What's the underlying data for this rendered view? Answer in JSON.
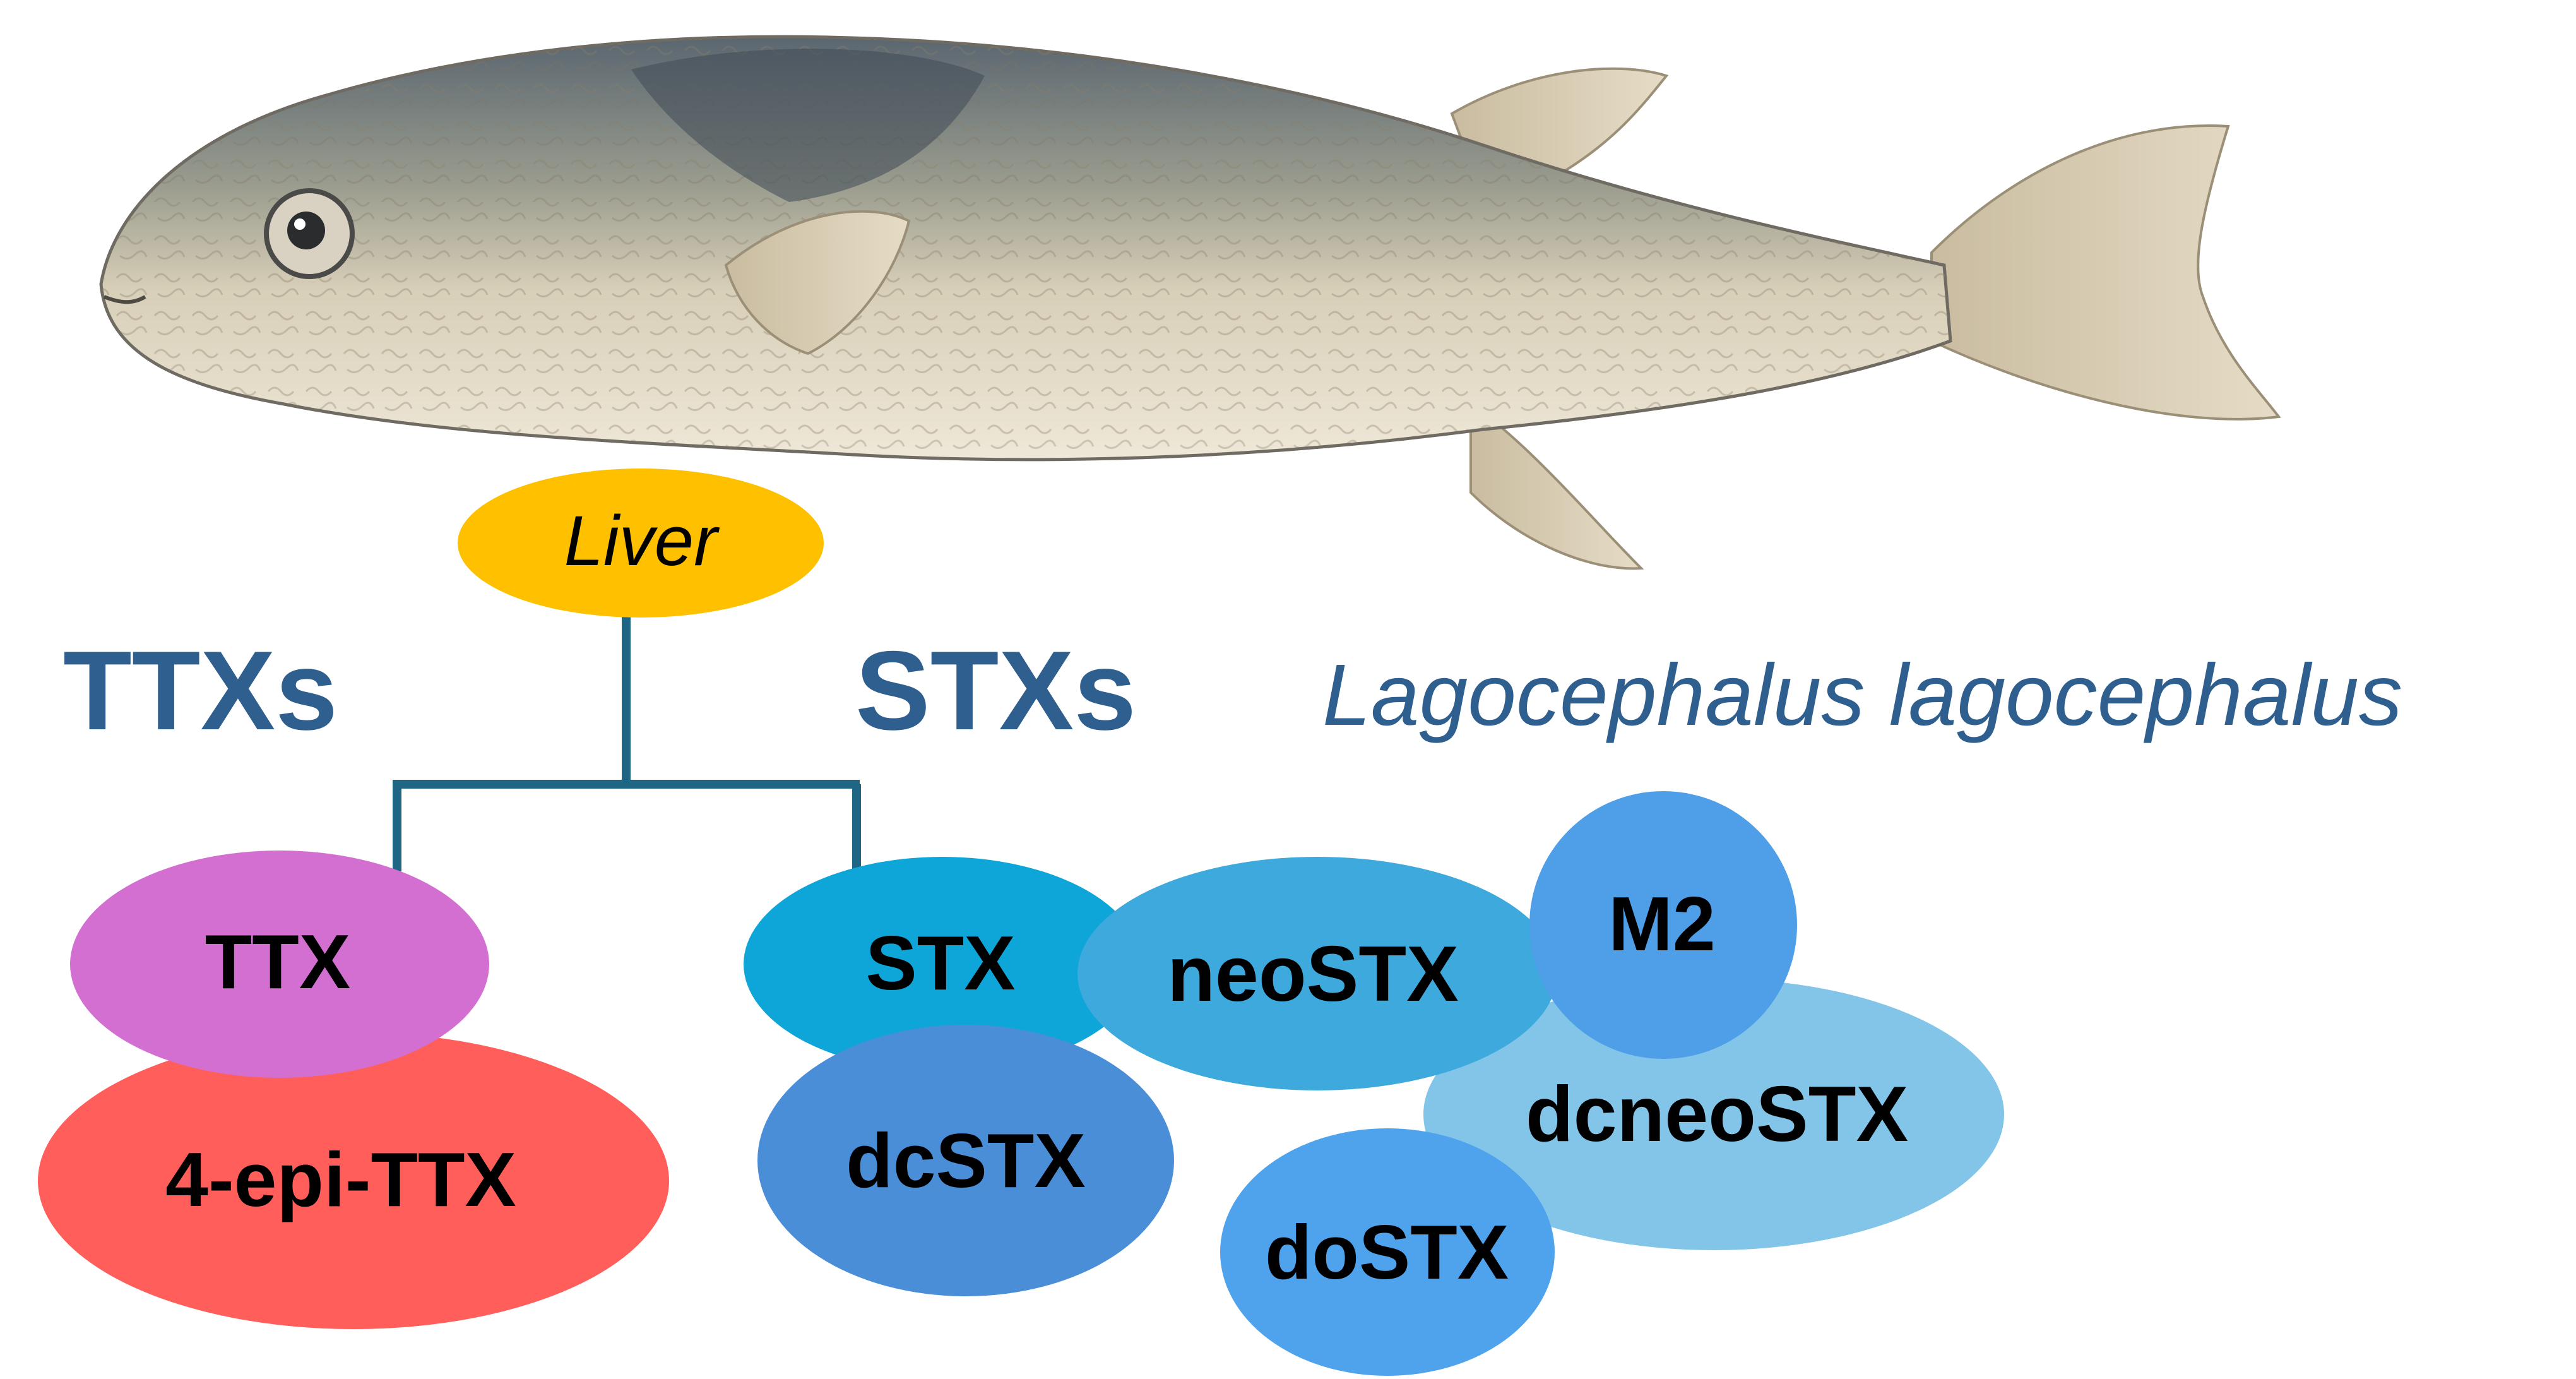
{
  "species": "Lagocephalus lagocephalus",
  "organ": "Liver",
  "groups": {
    "ttx": "TTXs",
    "stx": "STXs"
  },
  "toxins": {
    "ttx": "TTX",
    "epi_ttx": "4-epi-TTX",
    "stx": "STX",
    "neostx": "neoSTX",
    "m2": "M2",
    "dcneostx": "dcneoSTX",
    "dcstx": "dcSTX",
    "dostx": "doSTX"
  },
  "colors": {
    "liver": "#ffc000",
    "group_text": "#2e5f8e",
    "species_text": "#2e5f8e",
    "tree_line": "#1f6584",
    "ttx": "#d36fd0",
    "epi_ttx": "#ff5e5b",
    "stx": "#0ea6d8",
    "neostx": "#3da9dc",
    "m2": "#4f9ee8",
    "dcneostx": "#82c5e8",
    "dcstx": "#4a8ed8",
    "dostx": "#4fa3ec"
  },
  "image_icon": "pufferfish-illustration"
}
